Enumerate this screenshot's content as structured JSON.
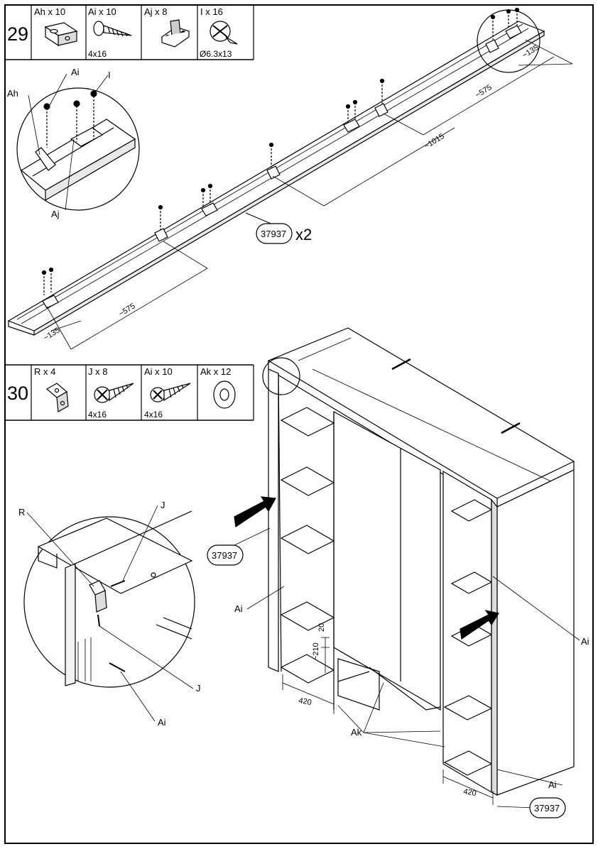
{
  "step29": {
    "number": "29",
    "parts": [
      {
        "qty_label": "Ah x 10",
        "size": "",
        "icon": "angle-bracket-icon"
      },
      {
        "qty_label": "Ai x 10",
        "size": "4x16",
        "icon": "wood-screw-icon"
      },
      {
        "qty_label": "Aj x 8",
        "size": "",
        "icon": "rail-connector-icon"
      },
      {
        "qty_label": "I x 16",
        "size": "Ø6.3x13",
        "icon": "flat-head-screw-icon"
      }
    ],
    "callouts": {
      "ah": "Ah",
      "ai": "Ai",
      "i": "I",
      "aj": "Aj"
    },
    "dimensions": {
      "d135_right": "~135",
      "d575_right": "~575",
      "d1015": "~1015",
      "d575_left": "~575",
      "d135_left": "~135"
    },
    "part_number": "37937",
    "multiplier": "x2"
  },
  "step30": {
    "number": "30",
    "parts": [
      {
        "qty_label": "R x 4",
        "size": "",
        "icon": "l-bracket-icon"
      },
      {
        "qty_label": "J x 8",
        "size": "4x16",
        "icon": "cross-head-screw-icon"
      },
      {
        "qty_label": "Ai x 10",
        "size": "4x16",
        "icon": "wood-screw-icon"
      },
      {
        "qty_label": "Ak x 12",
        "size": "",
        "icon": "washer-icon"
      }
    ],
    "callouts": {
      "r": "R",
      "j_top": "J",
      "j_bottom": "J",
      "ai_detail": "Ai",
      "ai_left": "Ai",
      "ai_right": "Ai",
      "ai_bottom": "Ai",
      "ak": "Ak"
    },
    "dimensions": {
      "d20": "20",
      "d210": "~210",
      "d420_left": "420",
      "d420_right": "420"
    },
    "part_number_left": "37937",
    "part_number_bottom": "37937"
  }
}
